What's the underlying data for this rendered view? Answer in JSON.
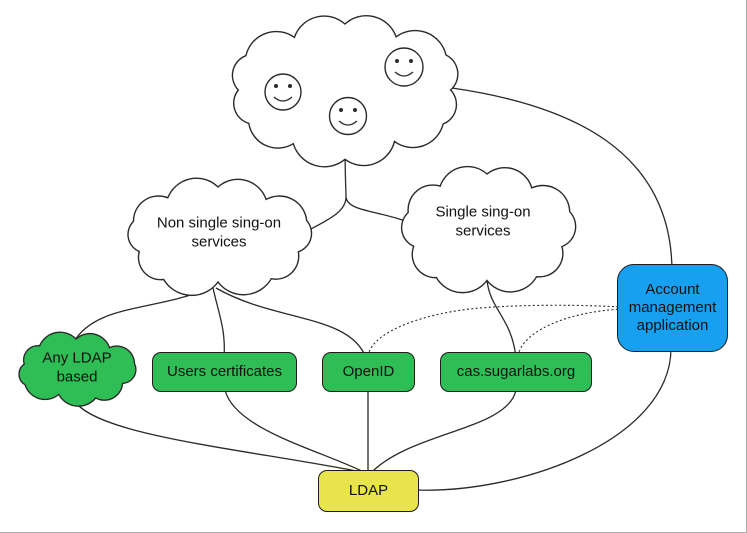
{
  "colors": {
    "green": "#2ebe55",
    "blue": "#18a0f0",
    "yellow": "#e8e44b",
    "line": "#2a2a2a",
    "cloud_fill": "#ffffff",
    "border": "#ababab"
  },
  "nodes": {
    "users_cloud": {
      "smiley_count": 3
    },
    "non_sso_cloud": {
      "label": "Non single sing-on\nservices"
    },
    "sso_cloud": {
      "label": "Single sing-on\nservices"
    },
    "any_ldap_cloud": {
      "label": "Any LDAP\nbased"
    },
    "users_certificates": {
      "label": "Users certificates"
    },
    "openid": {
      "label": "OpenID"
    },
    "cas": {
      "label": "cas.sugarlabs.org"
    },
    "account_app": {
      "label": "Account\nmanagement\napplication"
    },
    "ldap": {
      "label": "LDAP"
    }
  },
  "edges": [
    {
      "from": "users-cloud",
      "to": "non-sso-cloud",
      "style": "solid"
    },
    {
      "from": "users-cloud",
      "to": "sso-cloud",
      "style": "solid"
    },
    {
      "from": "users-cloud",
      "to": "account-app",
      "style": "solid"
    },
    {
      "from": "non-sso-cloud",
      "to": "any-ldap-cloud",
      "style": "solid"
    },
    {
      "from": "non-sso-cloud",
      "to": "users-certificates",
      "style": "solid"
    },
    {
      "from": "non-sso-cloud",
      "to": "openid",
      "style": "solid"
    },
    {
      "from": "sso-cloud",
      "to": "cas",
      "style": "solid"
    },
    {
      "from": "account-app",
      "to": "openid",
      "style": "dotted"
    },
    {
      "from": "account-app",
      "to": "cas",
      "style": "dotted"
    },
    {
      "from": "any-ldap-cloud",
      "to": "ldap",
      "style": "solid"
    },
    {
      "from": "users-certificates",
      "to": "ldap",
      "style": "solid"
    },
    {
      "from": "openid",
      "to": "ldap",
      "style": "solid"
    },
    {
      "from": "cas",
      "to": "ldap",
      "style": "solid"
    },
    {
      "from": "account-app",
      "to": "ldap",
      "style": "solid"
    }
  ]
}
